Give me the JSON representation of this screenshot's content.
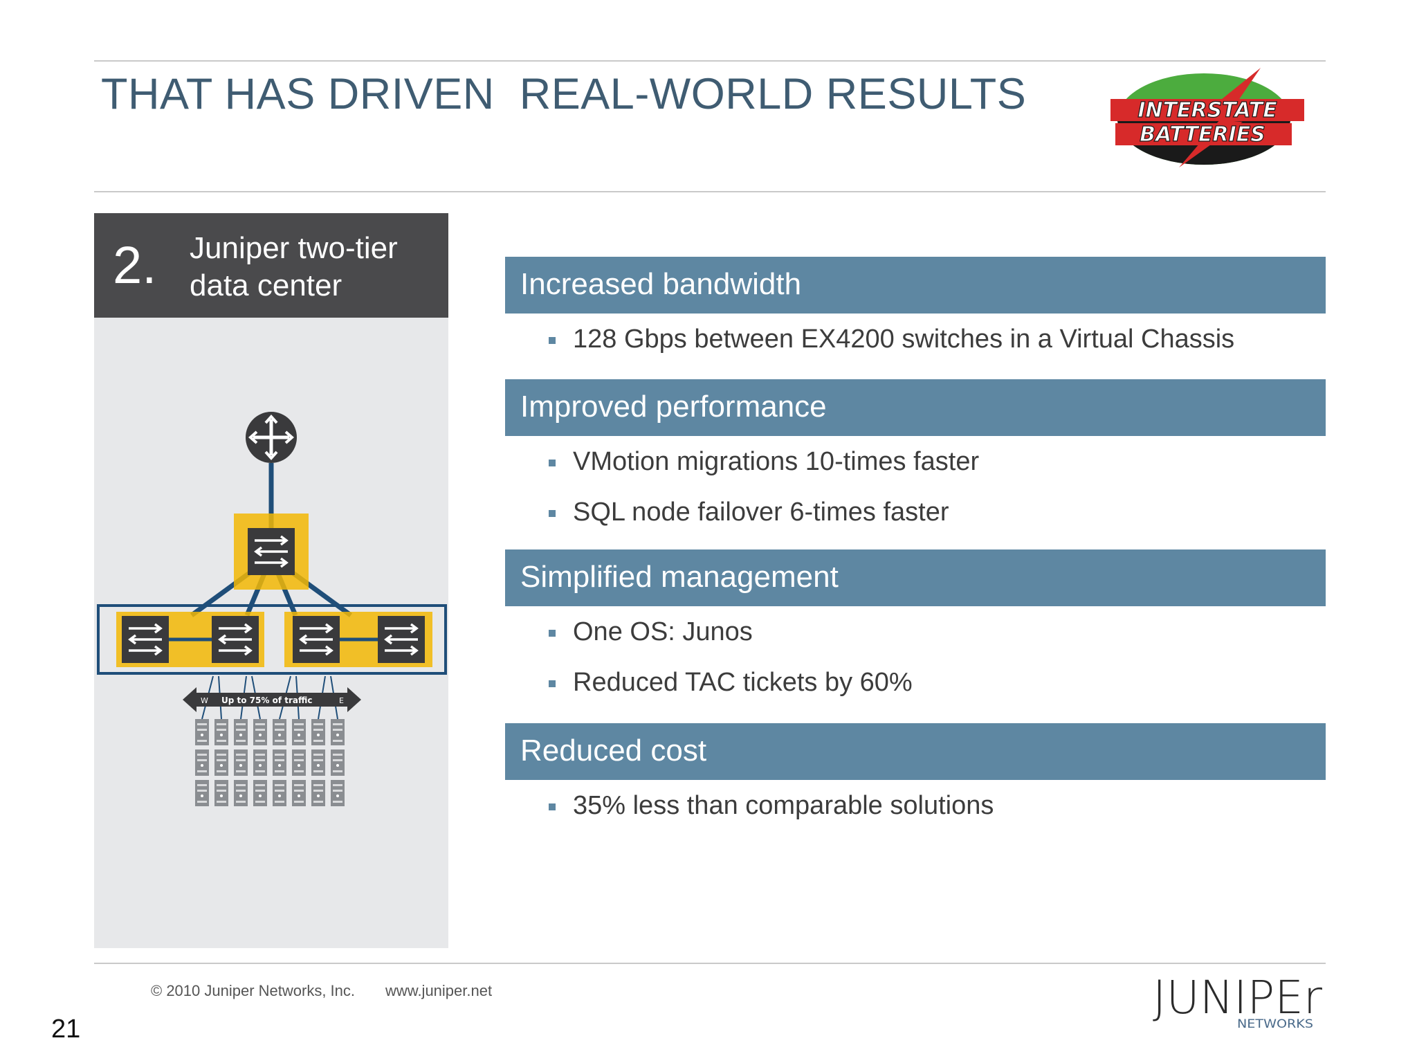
{
  "slide": {
    "title": "THAT HAS DRIVEN  REAL-WORLD RESULTS",
    "page_number": "21"
  },
  "logo_interstate": {
    "line1": "INTERSTATE",
    "line2": "BATTERIES",
    "colors": {
      "red": "#d72a2a",
      "green": "#4cac3e",
      "black": "#1a1a1a"
    }
  },
  "panel": {
    "number": "2.",
    "title": "Juniper two-tier data center",
    "diagram": {
      "traffic_label": "Up to 75% of traffic",
      "west": "W",
      "east": "E"
    }
  },
  "sections": [
    {
      "heading": "Increased bandwidth",
      "bullets": [
        "128 Gbps between EX4200 switches in a Virtual Chassis"
      ]
    },
    {
      "heading": "Improved performance",
      "bullets": [
        "VMotion migrations 10-times faster",
        "SQL node failover 6-times faster"
      ]
    },
    {
      "heading": "Simplified management",
      "bullets": [
        "One OS: Junos",
        "Reduced TAC tickets by 60%"
      ]
    },
    {
      "heading": "Reduced cost",
      "bullets": [
        "35% less than comparable solutions"
      ]
    }
  ],
  "footer": {
    "copyright": "© 2010 Juniper Networks, Inc.",
    "url": "www.juniper.net"
  },
  "logo_juniper": {
    "name": "JUNIPEr",
    "sub": "NETWORKS"
  },
  "colors": {
    "title": "#3f5c72",
    "section_bar": "#5e87a2",
    "panel_head": "#4a4a4c",
    "panel_bg": "#e7e8ea",
    "switch_glow": "#f2b705",
    "link_blue": "#1f4e79"
  }
}
